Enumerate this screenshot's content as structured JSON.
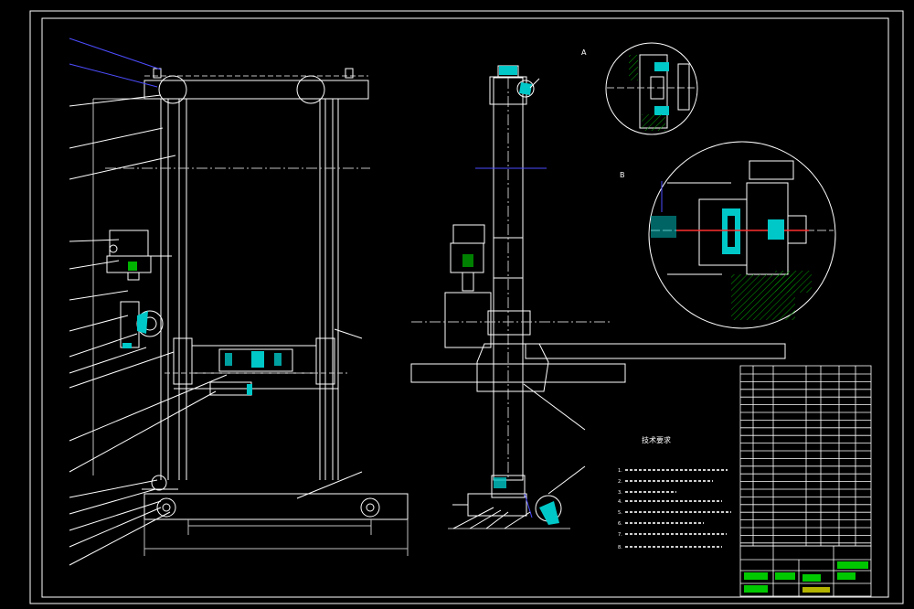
{
  "drawing": {
    "detail_a_label": "A",
    "detail_b_label": "B",
    "tech_title": "技术要求",
    "tech_notes": [
      "1.",
      "2.",
      "3.",
      "4.",
      "5.",
      "6.",
      "7.",
      "8."
    ],
    "title_block": {
      "name": "",
      "number": ""
    }
  },
  "colors": {
    "background": "#000000",
    "line": "#ffffff",
    "hidden": "#bfbfbf",
    "leader": "#4d4dff",
    "accent_cyan": "#00c8c8",
    "accent_red": "#ff3030",
    "accent_yellow": "#ffff00",
    "accent_green": "#00ff00",
    "hatch_green": "#00a000"
  }
}
